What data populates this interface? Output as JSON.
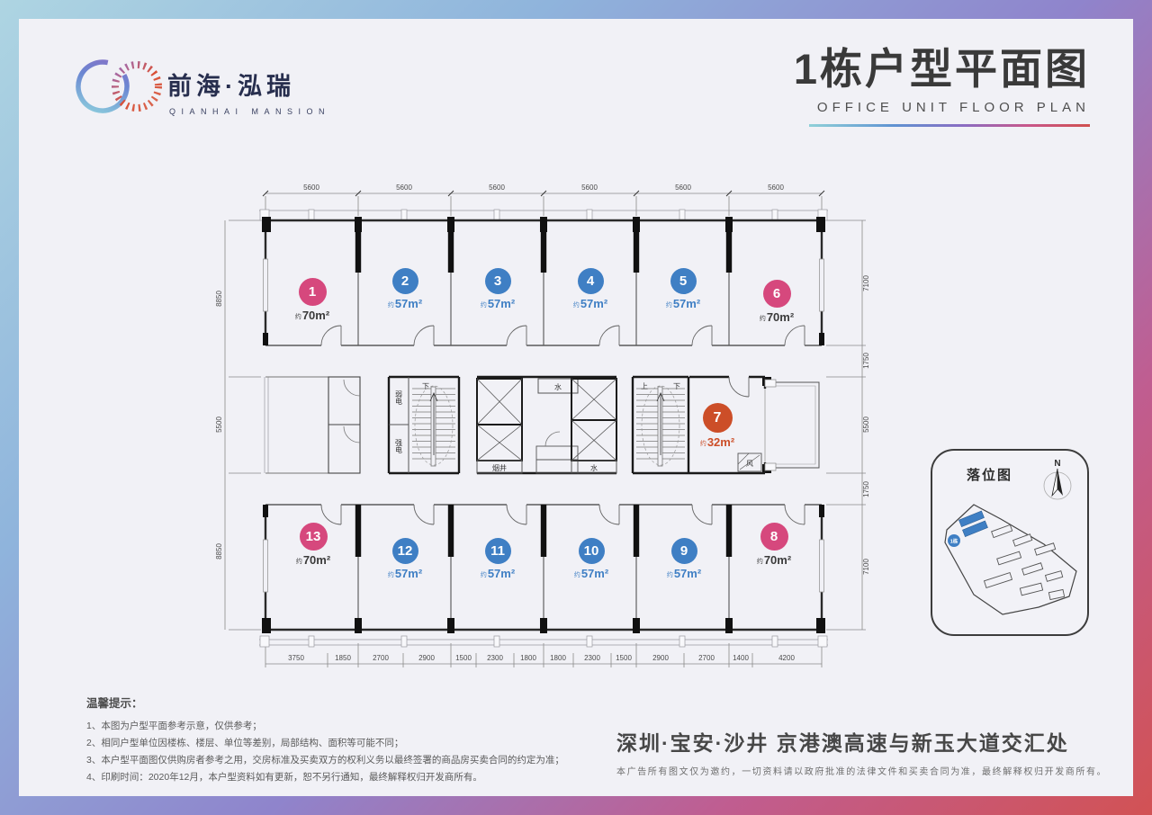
{
  "brand": {
    "name_cn": "前海·泓瑞",
    "name_en": "QIANHAI MANSION"
  },
  "header": {
    "title": "1栋户型平面图",
    "subtitle": "OFFICE UNIT FLOOR PLAN"
  },
  "plan": {
    "approx_label": "约",
    "units": [
      {
        "no": "1",
        "area": "70m²"
      },
      {
        "no": "2",
        "area": "57m²"
      },
      {
        "no": "3",
        "area": "57m²"
      },
      {
        "no": "4",
        "area": "57m²"
      },
      {
        "no": "5",
        "area": "57m²"
      },
      {
        "no": "6",
        "area": "70m²"
      },
      {
        "no": "7",
        "area": "32m²"
      },
      {
        "no": "8",
        "area": "70m²"
      },
      {
        "no": "9",
        "area": "57m²"
      },
      {
        "no": "10",
        "area": "57m²"
      },
      {
        "no": "11",
        "area": "57m²"
      },
      {
        "no": "12",
        "area": "57m²"
      },
      {
        "no": "13",
        "area": "70m²"
      }
    ],
    "core": {
      "weak_electric": "弱电",
      "strong_electric": "强电",
      "water": "水",
      "smoke_shaft": "烟井",
      "air_shaft": "风",
      "stair_up": "上",
      "stair_down": "下"
    },
    "dims": {
      "top": [
        "5600",
        "5600",
        "5600",
        "5600",
        "5600",
        "5600"
      ],
      "bottom": [
        "3750",
        "1850",
        "2700",
        "2900",
        "1500",
        "2300",
        "1800",
        "1800",
        "2300",
        "1500",
        "2900",
        "2700",
        "1400",
        "4200"
      ],
      "left": [
        "8850",
        "5500",
        "8850"
      ],
      "right": [
        "7100",
        "1750",
        "5500",
        "1750",
        "7100"
      ]
    }
  },
  "map": {
    "title": "落位图",
    "north_label": "N",
    "building_label": "1栋"
  },
  "tips": {
    "title": "温馨提示：",
    "lines": [
      "1、本图为户型平面参考示意，仅供参考；",
      "2、相同户型单位因楼栋、楼层、单位等差别，局部结构、面积等可能不同；",
      "3、本户型平面图仅供购房者参考之用，交房标准及买卖双方的权利义务以最终签署的商品房买卖合同的约定为准；",
      "4、印刷时间：2020年12月，本户型资料如有更新，恕不另行通知，最终解释权归开发商所有。"
    ]
  },
  "footer": {
    "address": "深圳·宝安·沙井 京港澳高速与新玉大道交汇处",
    "disclaimer": "本广告所有图文仅为邀约，一切资料请以政府批准的法律文件和买卖合同为准，最终解释权归开发商所有。"
  },
  "colors": {
    "accent_pink": "#d6487d",
    "accent_blue": "#3f7fc4",
    "accent_orange": "#cc4e28",
    "frame_gradient": [
      "#aed5e2",
      "#8fb4dc",
      "#8f84cc",
      "#c05d90",
      "#d25254"
    ]
  }
}
